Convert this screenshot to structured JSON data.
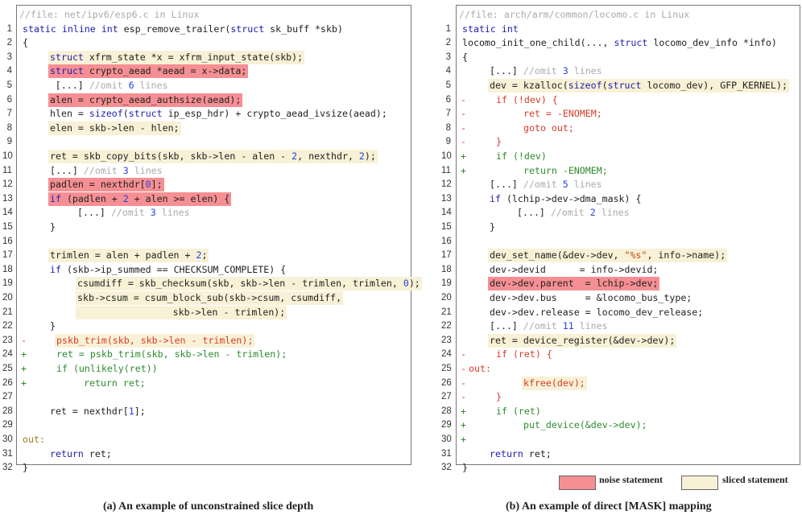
{
  "left": {
    "file_comment": "//file: net/ipv6/esp6.c in Linux",
    "lines": [
      {
        "n": "1",
        "text": "static inline int esp_remove_trailer(struct sk_buff *skb)",
        "hl": "none",
        "diff": ""
      },
      {
        "n": "2",
        "text": "{",
        "hl": "none",
        "diff": ""
      },
      {
        "n": "3",
        "text": "struct xfrm_state *x = xfrm_input_state(skb);",
        "hl": "sliced",
        "diff": "",
        "indent": 1
      },
      {
        "n": "4",
        "text": "struct crypto_aead *aead = x->data;",
        "hl": "noise",
        "diff": "",
        "indent": 1
      },
      {
        "n": "5",
        "text": "[...] //omit 6 lines",
        "hl": "none",
        "diff": "",
        "indent": 1.2,
        "comment": true
      },
      {
        "n": "6",
        "text": "alen = crypto_aead_authsize(aead);",
        "hl": "noise",
        "diff": "",
        "indent": 1
      },
      {
        "n": "7",
        "text": "hlen = sizeof(struct ip_esp_hdr) + crypto_aead_ivsize(aead);",
        "hl": "none",
        "diff": "",
        "indent": 1
      },
      {
        "n": "8",
        "text": "elen = skb->len - hlen;",
        "hl": "sliced",
        "diff": "",
        "indent": 1
      },
      {
        "n": "9",
        "text": "",
        "hl": "none",
        "diff": ""
      },
      {
        "n": "10",
        "text": "ret = skb_copy_bits(skb, skb->len - alen - 2, nexthdr, 2);",
        "hl": "sliced",
        "diff": "",
        "indent": 1
      },
      {
        "n": "11",
        "text": "[...] //omit 3 lines",
        "hl": "none",
        "diff": "",
        "indent": 1,
        "comment": true
      },
      {
        "n": "12",
        "text": "padlen = nexthdr[0];",
        "hl": "noise",
        "diff": "",
        "indent": 1
      },
      {
        "n": "13",
        "text": "if (padlen + 2 + alen >= elen) {",
        "hl": "noise",
        "diff": "",
        "indent": 1
      },
      {
        "n": "14",
        "text": "[...] //omit 3 lines",
        "hl": "none",
        "diff": "",
        "indent": 2,
        "comment": true
      },
      {
        "n": "15",
        "text": "}",
        "hl": "none",
        "diff": "",
        "indent": 1
      },
      {
        "n": "16",
        "text": "",
        "hl": "none",
        "diff": ""
      },
      {
        "n": "17",
        "text": "trimlen = alen + padlen + 2;",
        "hl": "sliced",
        "diff": "",
        "indent": 1
      },
      {
        "n": "18",
        "text": "if (skb->ip_summed == CHECKSUM_COMPLETE) {",
        "hl": "none",
        "diff": "",
        "indent": 1
      },
      {
        "n": "19",
        "text": "csumdiff = skb_checksum(skb, skb->len - trimlen, trimlen, 0);",
        "hl": "sliced",
        "diff": "",
        "indent": 2
      },
      {
        "n": "20",
        "text": "skb->csum = csum_block_sub(skb->csum, csumdiff,",
        "hl": "sliced",
        "diff": "",
        "indent": 2
      },
      {
        "n": "21",
        "text": "                 skb->len - trimlen);",
        "hl": "sliced",
        "diff": "",
        "indent": 2
      },
      {
        "n": "22",
        "text": "}",
        "hl": "none",
        "diff": "",
        "indent": 1
      },
      {
        "n": "23",
        "text": "pskb_trim(skb, skb->len - trimlen);",
        "hl": "sliced",
        "diff": "-",
        "indent": 1
      },
      {
        "n": "24",
        "text": "ret = pskb_trim(skb, skb->len - trimlen);",
        "hl": "none",
        "diff": "+",
        "indent": 1
      },
      {
        "n": "25",
        "text": "if (unlikely(ret))",
        "hl": "none",
        "diff": "+",
        "indent": 1
      },
      {
        "n": "26",
        "text": "return ret;",
        "hl": "none",
        "diff": "+",
        "indent": 2
      },
      {
        "n": "27",
        "text": "",
        "hl": "none",
        "diff": ""
      },
      {
        "n": "28",
        "text": "ret = nexthdr[1];",
        "hl": "none",
        "diff": "",
        "indent": 1
      },
      {
        "n": "29",
        "text": "",
        "hl": "none",
        "diff": ""
      },
      {
        "n": "30",
        "text": "out:",
        "hl": "none",
        "diff": "",
        "label": true
      },
      {
        "n": "31",
        "text": "return ret;",
        "hl": "none",
        "diff": "",
        "indent": 1
      },
      {
        "n": "32",
        "text": "}",
        "hl": "none",
        "diff": ""
      }
    ]
  },
  "right": {
    "file_comment": "//file: arch/arm/common/locomo.c in Linux",
    "lines": [
      {
        "n": "1",
        "text": "static int",
        "hl": "none",
        "diff": ""
      },
      {
        "n": "2",
        "text": "locomo_init_one_child(..., struct locomo_dev_info *info)",
        "hl": "none",
        "diff": ""
      },
      {
        "n": "3",
        "text": "{",
        "hl": "none",
        "diff": ""
      },
      {
        "n": "4",
        "text": "[...] //omit 3 lines",
        "hl": "none",
        "diff": "",
        "indent": 1,
        "comment": true
      },
      {
        "n": "5",
        "text": "dev = kzalloc(sizeof(struct locomo_dev), GFP_KERNEL);",
        "hl": "sliced",
        "diff": "",
        "indent": 1
      },
      {
        "n": "6",
        "text": "if (!dev) {",
        "hl": "none",
        "diff": "-",
        "indent": 1
      },
      {
        "n": "7",
        "text": "ret = -ENOMEM;",
        "hl": "none",
        "diff": "-",
        "indent": 2
      },
      {
        "n": "8",
        "text": "goto out;",
        "hl": "none",
        "diff": "-",
        "indent": 2
      },
      {
        "n": "9",
        "text": "}",
        "hl": "none",
        "diff": "-",
        "indent": 1
      },
      {
        "n": "10",
        "text": "if (!dev)",
        "hl": "none",
        "diff": "+",
        "indent": 1
      },
      {
        "n": "11",
        "text": "return -ENOMEM;",
        "hl": "none",
        "diff": "+",
        "indent": 2
      },
      {
        "n": "12",
        "text": "[...] //omit 5 lines",
        "hl": "none",
        "diff": "",
        "indent": 1,
        "comment": true
      },
      {
        "n": "13",
        "text": "if (lchip->dev->dma_mask) {",
        "hl": "none",
        "diff": "",
        "indent": 1
      },
      {
        "n": "14",
        "text": "[...] //omit 2 lines",
        "hl": "none",
        "diff": "",
        "indent": 2,
        "comment": true
      },
      {
        "n": "15",
        "text": "}",
        "hl": "none",
        "diff": "",
        "indent": 1
      },
      {
        "n": "16",
        "text": "",
        "hl": "none",
        "diff": ""
      },
      {
        "n": "17",
        "text": "dev_set_name(&dev->dev, \"%s\", info->name);",
        "hl": "sliced",
        "diff": "",
        "indent": 1
      },
      {
        "n": "18",
        "text": "dev->devid      = info->devid;",
        "hl": "none",
        "diff": "",
        "indent": 1
      },
      {
        "n": "19",
        "text": "dev->dev.parent  = lchip->dev;",
        "hl": "noise",
        "diff": "",
        "indent": 1
      },
      {
        "n": "20",
        "text": "dev->dev.bus     = &locomo_bus_type;",
        "hl": "none",
        "diff": "",
        "indent": 1
      },
      {
        "n": "21",
        "text": "dev->dev.release = locomo_dev_release;",
        "hl": "none",
        "diff": "",
        "indent": 1
      },
      {
        "n": "22",
        "text": "[...] //omit 11 lines",
        "hl": "none",
        "diff": "",
        "indent": 1,
        "comment": true
      },
      {
        "n": "23",
        "text": "ret = device_register(&dev->dev);",
        "hl": "sliced",
        "diff": "",
        "indent": 1
      },
      {
        "n": "24",
        "text": "if (ret) {",
        "hl": "none",
        "diff": "-",
        "indent": 1
      },
      {
        "n": "25",
        "text": "out:",
        "hl": "none",
        "diff": "-",
        "indent": 0
      },
      {
        "n": "26",
        "text": "kfree(dev);",
        "hl": "sliced",
        "diff": "-",
        "indent": 2
      },
      {
        "n": "27",
        "text": "}",
        "hl": "none",
        "diff": "-",
        "indent": 1
      },
      {
        "n": "28",
        "text": "if (ret)",
        "hl": "none",
        "diff": "+",
        "indent": 1
      },
      {
        "n": "29",
        "text": "put_device(&dev->dev);",
        "hl": "none",
        "diff": "+",
        "indent": 2
      },
      {
        "n": "30",
        "text": "",
        "hl": "none",
        "diff": "+"
      },
      {
        "n": "31",
        "text": "return ret;",
        "hl": "none",
        "diff": "",
        "indent": 1
      },
      {
        "n": "32",
        "text": "}",
        "hl": "none",
        "diff": ""
      }
    ]
  },
  "legend": {
    "noise_label": "noise statement",
    "sliced_label": "sliced statement",
    "noise_color": "#f58f93",
    "sliced_color": "#f8f1d6"
  },
  "captions": {
    "left": "(a) An example of unconstrained slice depth",
    "right": "(b) An example of direct [MASK] mapping"
  }
}
